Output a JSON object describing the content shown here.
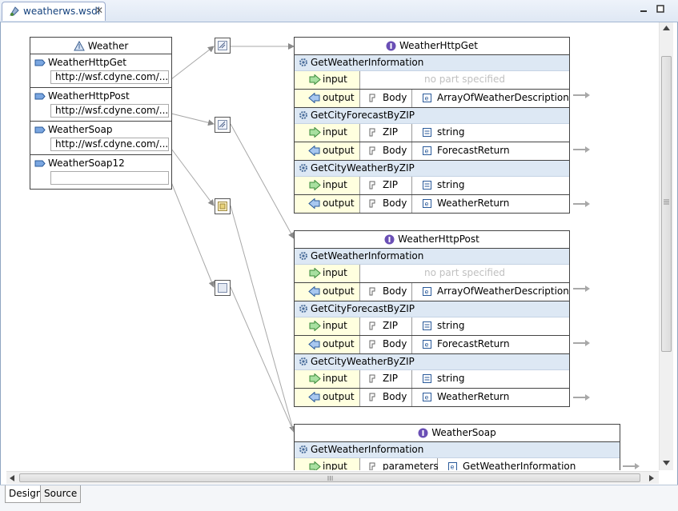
{
  "tab": {
    "title": "weatherws.wsdl",
    "close": "✕"
  },
  "service": {
    "name": "Weather",
    "ports": [
      {
        "name": "WeatherHttpGet",
        "address": "http://wsf.cdyne.com/..."
      },
      {
        "name": "WeatherHttpPost",
        "address": "http://wsf.cdyne.com/..."
      },
      {
        "name": "WeatherSoap",
        "address": "http://wsf.cdyne.com/..."
      },
      {
        "name": "WeatherSoap12",
        "address": ""
      }
    ]
  },
  "labels": {
    "input": "input",
    "output": "output",
    "no_part": "no part specified"
  },
  "port_types": [
    {
      "name": "WeatherHttpGet",
      "operations": [
        {
          "name": "GetWeatherInformation",
          "input": null,
          "output": {
            "part": "Body",
            "type": "ArrayOfWeatherDescription",
            "type_kind": "element"
          }
        },
        {
          "name": "GetCityForecastByZIP",
          "input": {
            "part": "ZIP",
            "type": "string",
            "type_kind": "simple"
          },
          "output": {
            "part": "Body",
            "type": "ForecastReturn",
            "type_kind": "element"
          }
        },
        {
          "name": "GetCityWeatherByZIP",
          "input": {
            "part": "ZIP",
            "type": "string",
            "type_kind": "simple"
          },
          "output": {
            "part": "Body",
            "type": "WeatherReturn",
            "type_kind": "element"
          }
        }
      ]
    },
    {
      "name": "WeatherHttpPost",
      "operations": [
        {
          "name": "GetWeatherInformation",
          "input": null,
          "output": {
            "part": "Body",
            "type": "ArrayOfWeatherDescription",
            "type_kind": "element"
          }
        },
        {
          "name": "GetCityForecastByZIP",
          "input": {
            "part": "ZIP",
            "type": "string",
            "type_kind": "simple"
          },
          "output": {
            "part": "Body",
            "type": "ForecastReturn",
            "type_kind": "element"
          }
        },
        {
          "name": "GetCityWeatherByZIP",
          "input": {
            "part": "ZIP",
            "type": "string",
            "type_kind": "simple"
          },
          "output": {
            "part": "Body",
            "type": "WeatherReturn",
            "type_kind": "element"
          }
        }
      ]
    },
    {
      "name": "WeatherSoap",
      "operations": [
        {
          "name": "GetWeatherInformation",
          "input": {
            "part": "parameters",
            "type": "GetWeatherInformation",
            "type_kind": "element"
          },
          "output": null
        }
      ]
    }
  ],
  "bottom_tabs": [
    {
      "label": "Design",
      "active": true
    },
    {
      "label": "Source",
      "active": false
    }
  ],
  "icons": {
    "tab": "wsdl-file-icon",
    "service": "service-icon",
    "port": "port-icon",
    "binding": "binding-icon",
    "port_type": "interface-icon",
    "operation": "gear-icon",
    "input": "input-arrow-icon",
    "output": "output-arrow-icon",
    "part": "part-icon",
    "element": "element-icon",
    "simple": "simple-type-icon"
  },
  "colors": {
    "operation_bg": "#dde8f4",
    "io_bg": "#ffffdf",
    "tab_text": "#16437e"
  }
}
